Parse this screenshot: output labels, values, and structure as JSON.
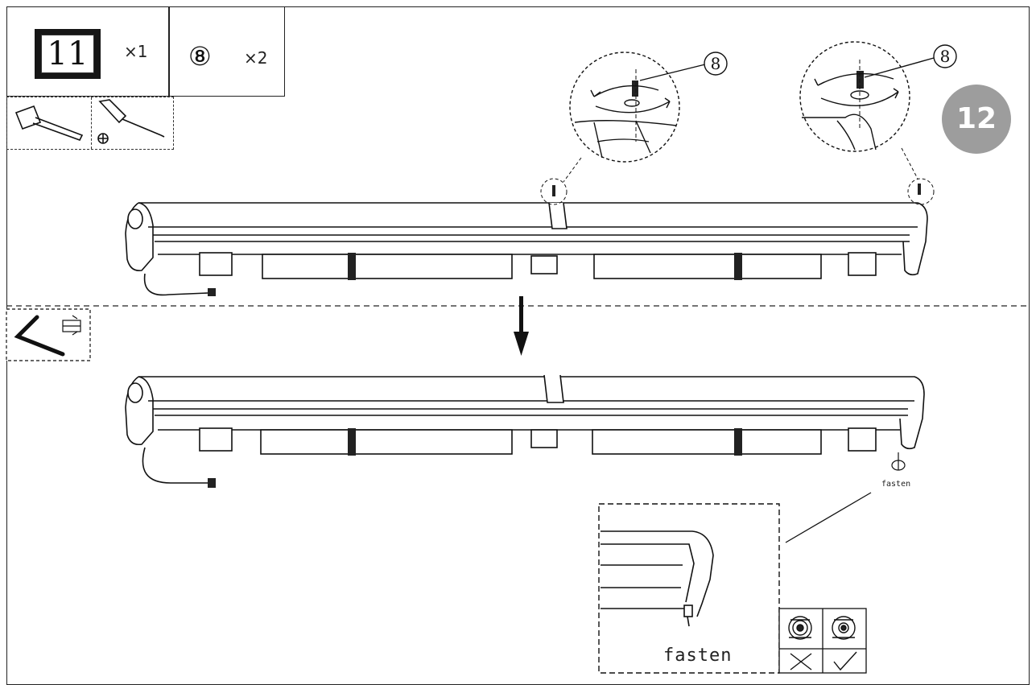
{
  "parts": {
    "item1": {
      "id": "11",
      "qty": "×1"
    },
    "item2": {
      "id": "⑧",
      "qty": "×2"
    }
  },
  "step": {
    "number": "12"
  },
  "callouts": {
    "screw_a": "8",
    "screw_b": "8"
  },
  "detail": {
    "fasten_small": "fasten",
    "fasten_large": "fasten"
  },
  "icons": {
    "hammer": "hammer-icon",
    "screwdriver": "phillips-screwdriver-icon",
    "allen_key": "allen-key-icon",
    "arrow": "down-arrow-icon",
    "check": "check-icon",
    "cross": "cross-icon"
  },
  "colors": {
    "step_badge": "#9d9d9d",
    "ink": "#111111"
  }
}
